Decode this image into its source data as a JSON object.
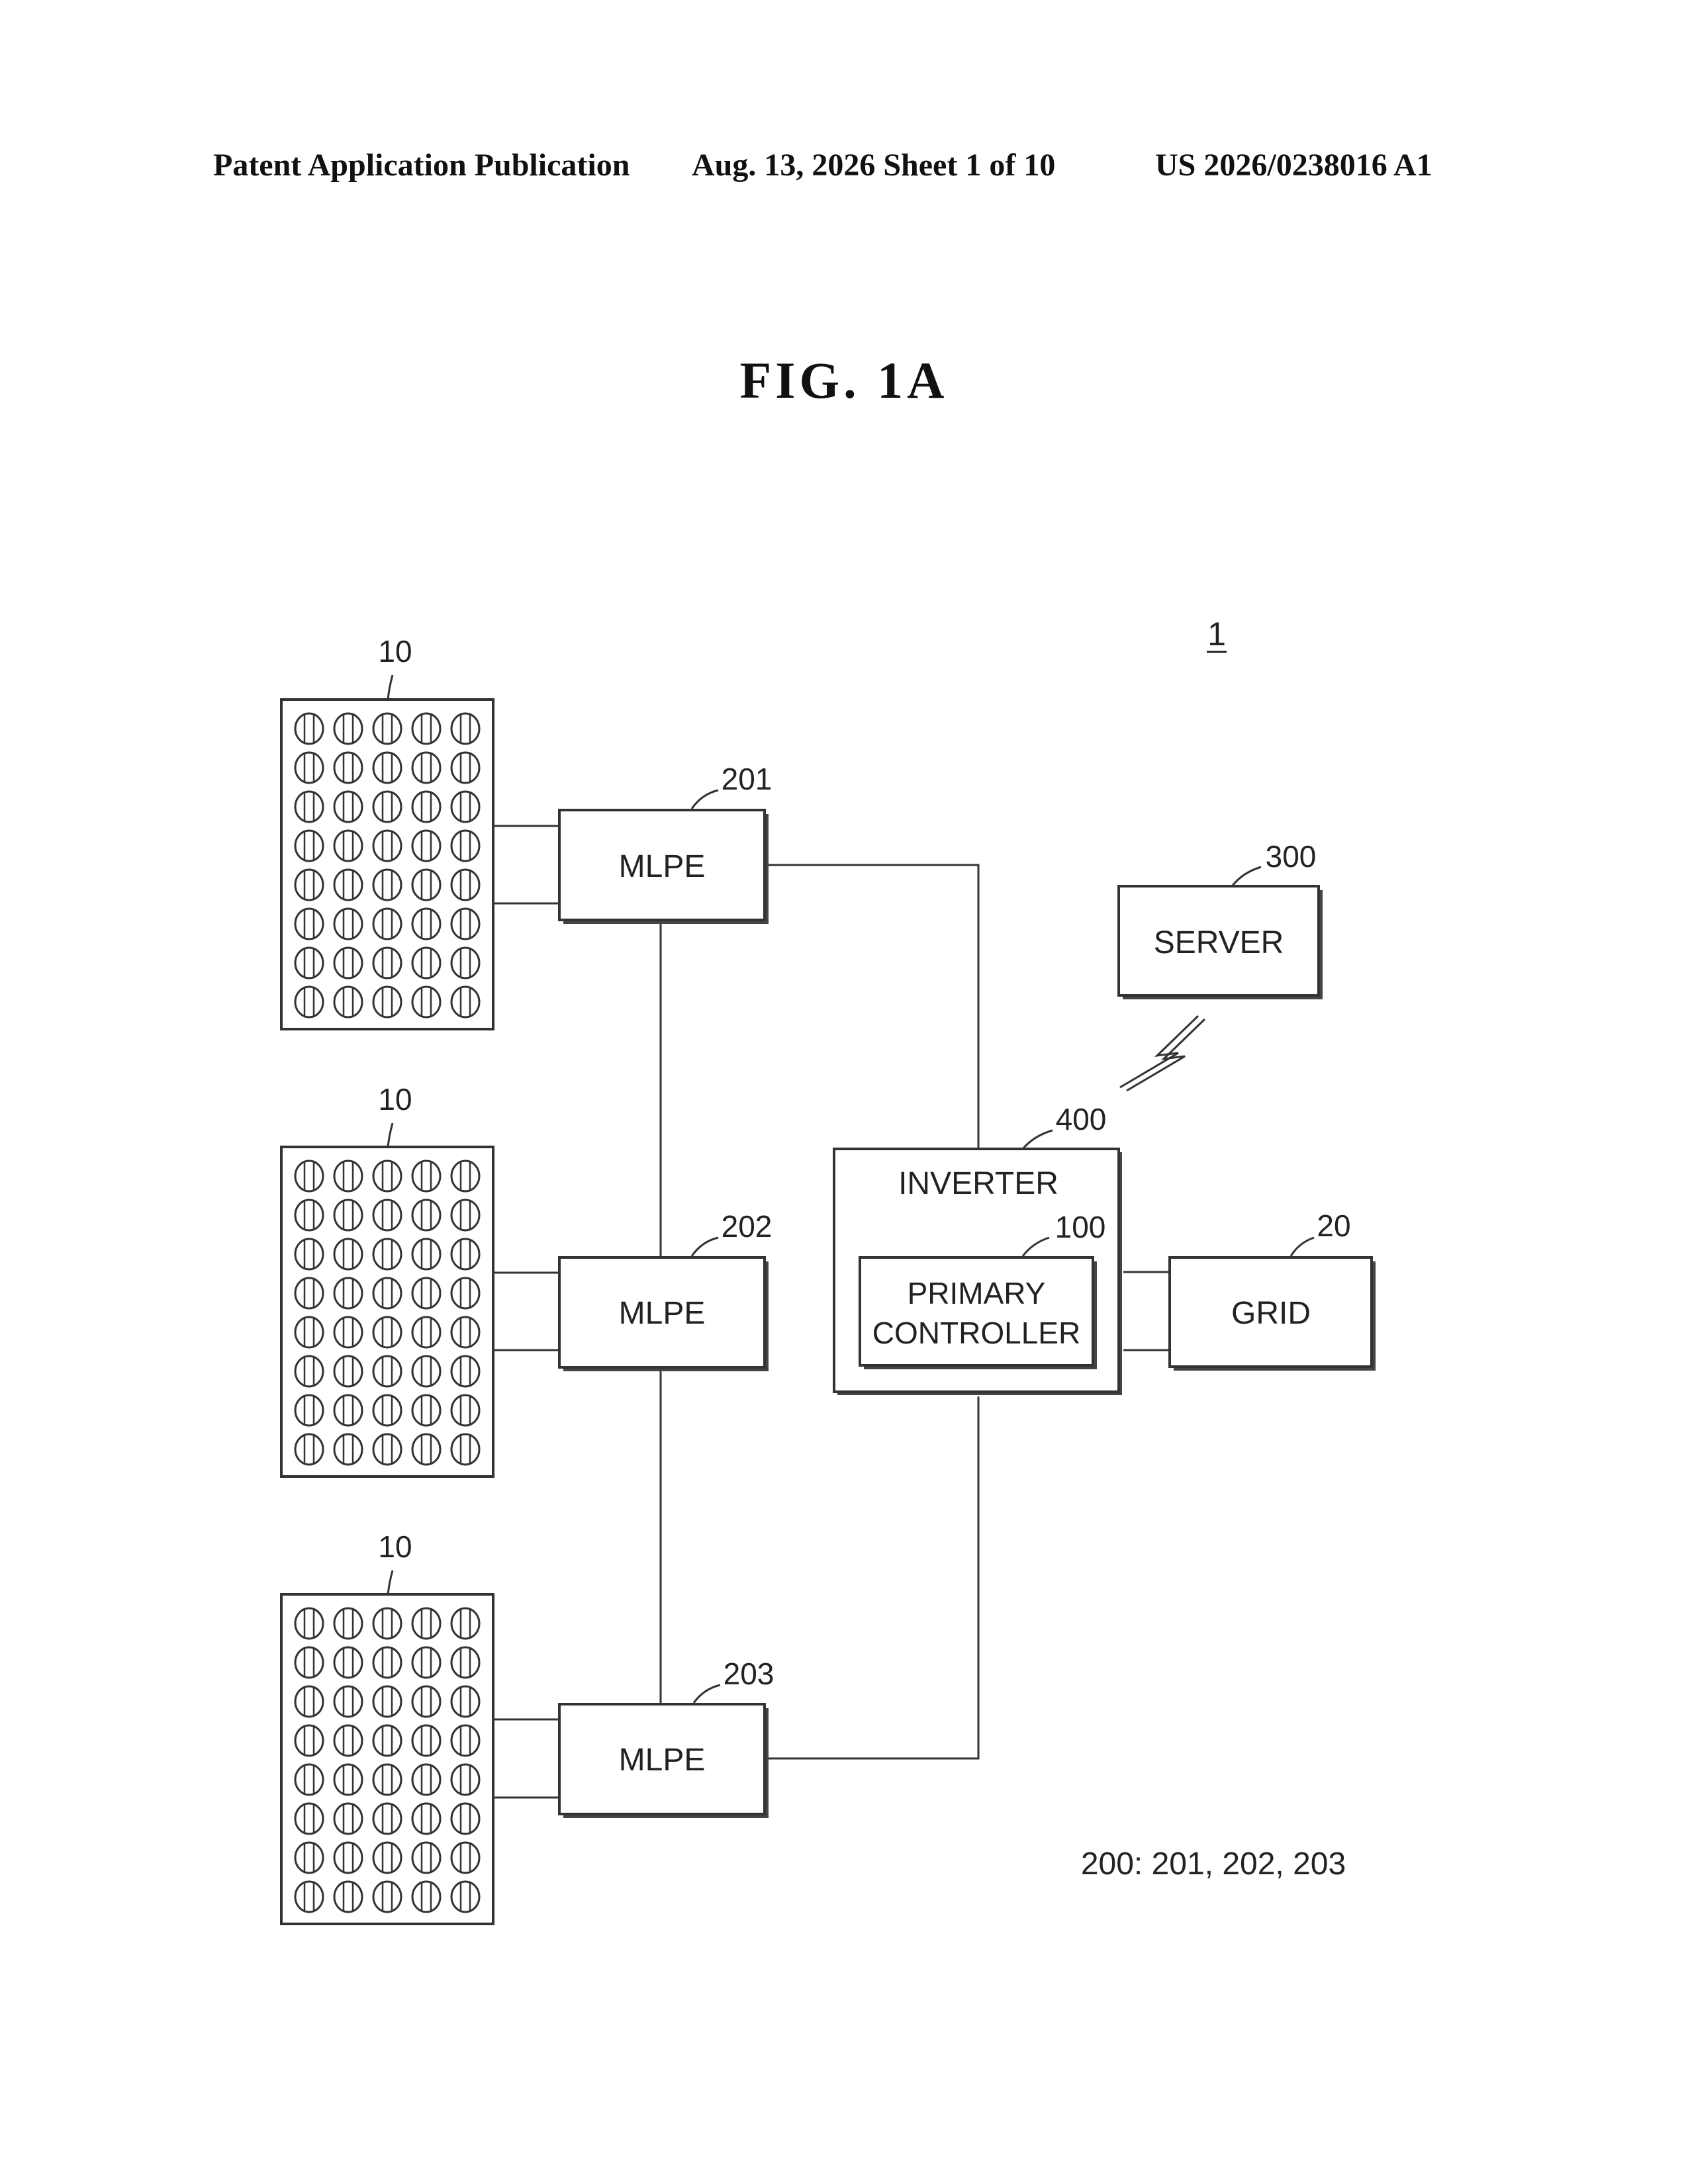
{
  "header": {
    "publication": "Patent Application Publication",
    "date_sheet": "Aug. 13, 2026  Sheet 1 of 10",
    "number": "US 2026/0238016 A1"
  },
  "figure": {
    "title": "FIG.  1A"
  },
  "labels": {
    "system": "1",
    "panel_top": "10",
    "panel_middle": "10",
    "panel_bottom": "10",
    "mlpe_top_ref": "201",
    "mlpe_middle_ref": "202",
    "mlpe_bottom_ref": "203",
    "server_ref": "300",
    "inverter_ref": "400",
    "controller_ref": "100",
    "grid_ref": "20"
  },
  "blocks": {
    "mlpe_top": "MLPE",
    "mlpe_middle": "MLPE",
    "mlpe_bottom": "MLPE",
    "server": "SERVER",
    "inverter": "INVERTER",
    "controller_line1": "PRIMARY",
    "controller_line2": "CONTROLLER",
    "grid": "GRID"
  },
  "legend": {
    "mlpe_group": "200: 201, 202, 203"
  }
}
